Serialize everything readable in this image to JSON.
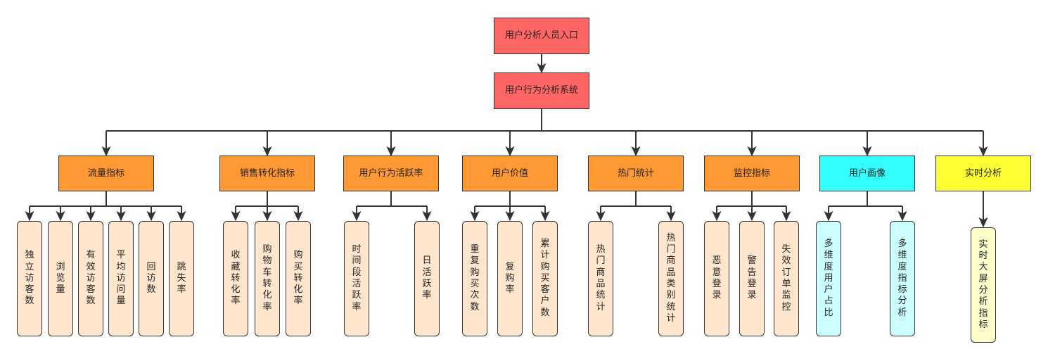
{
  "colors": {
    "root": "#FF6666",
    "category": "#FF9933",
    "category_portrait": "#33FFFF",
    "category_realtime": "#FFFF33",
    "leaf": "#FFE6CC",
    "leaf_portrait": "#CCFFFF",
    "leaf_realtime": "#FFFFCC",
    "stroke": "#333333"
  },
  "root": {
    "label": "用户分析人员入口"
  },
  "system": {
    "label": "用户行为分析系统"
  },
  "categories": [
    {
      "label": "流量指标",
      "children": [
        "独立访客数",
        "浏览量",
        "有效访客数",
        "平均访问量",
        "回访数",
        "跳失率"
      ]
    },
    {
      "label": "销售转化指标",
      "children": [
        "收藏转化率",
        "购物车转化率",
        "购买转化率"
      ]
    },
    {
      "label": "用户行为活跃率",
      "children": [
        "时间段活跃率",
        "日活跃率"
      ]
    },
    {
      "label": "用户价值",
      "children": [
        "重复购买次数",
        "复购率",
        "累计购买客户数"
      ]
    },
    {
      "label": "热门统计",
      "children": [
        "热门商品统计",
        "热门商品类别统计"
      ]
    },
    {
      "label": "监控指标",
      "children": [
        "恶意登录",
        "警告登录",
        "失效订单监控"
      ]
    },
    {
      "label": "用户画像",
      "children": [
        "多维度用户占比",
        "多维度指标分析"
      ]
    },
    {
      "label": "实时分析",
      "children": [
        "实时大屏分析指标"
      ]
    }
  ]
}
